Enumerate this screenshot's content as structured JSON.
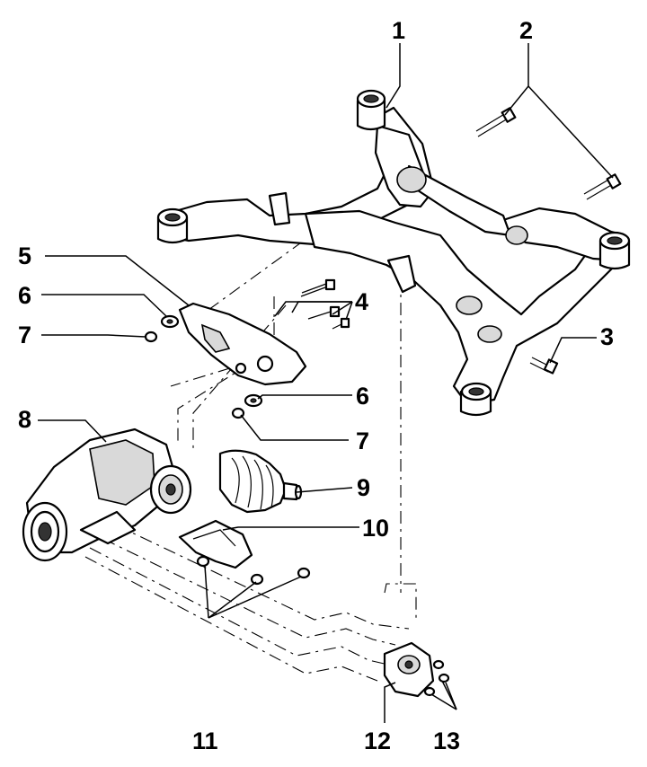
{
  "callouts": [
    "1",
    "2",
    "3",
    "4",
    "5",
    "6",
    "6",
    "7",
    "7",
    "8",
    "9",
    "10",
    "11",
    "12",
    "13"
  ]
}
